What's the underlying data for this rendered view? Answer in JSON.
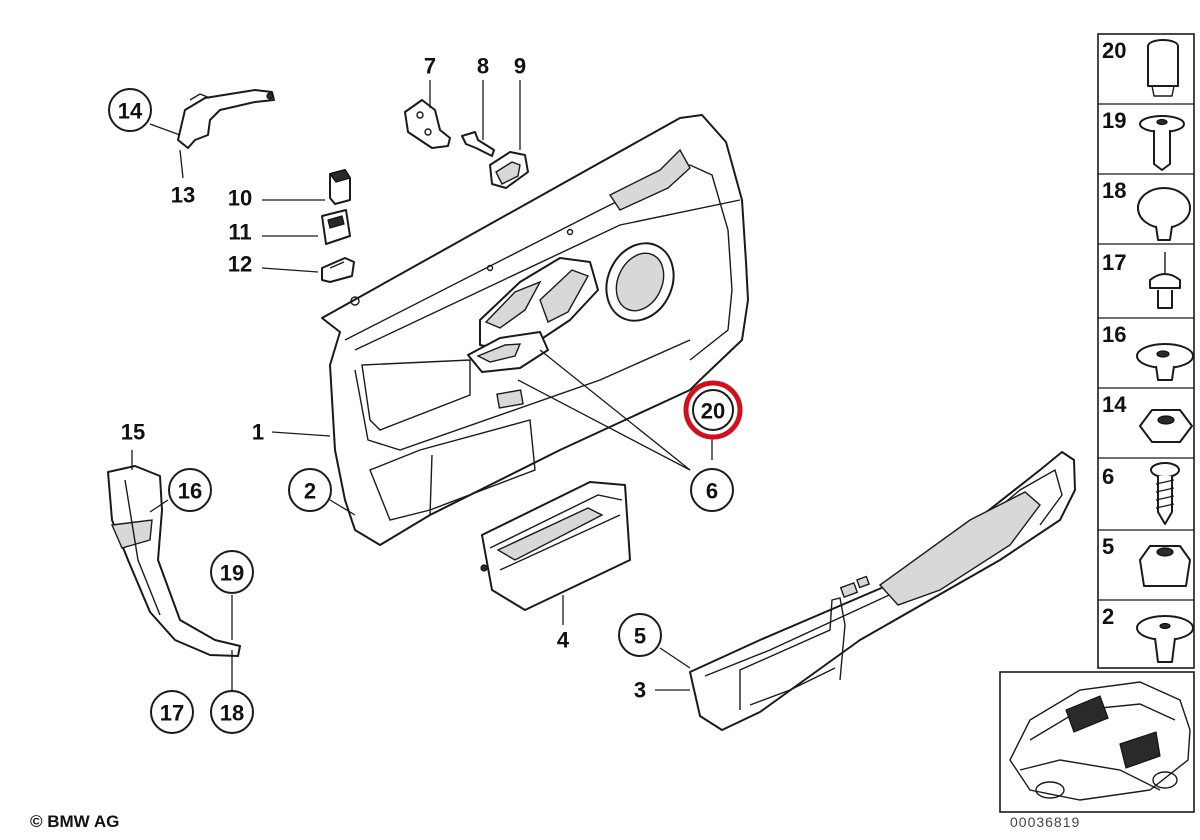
{
  "diagram": {
    "callouts_circled": [
      {
        "id": "14",
        "text": "14"
      },
      {
        "id": "16",
        "text": "16"
      },
      {
        "id": "19",
        "text": "19"
      },
      {
        "id": "17",
        "text": "17"
      },
      {
        "id": "18",
        "text": "18"
      },
      {
        "id": "2",
        "text": "2"
      },
      {
        "id": "6",
        "text": "6"
      },
      {
        "id": "20",
        "text": "20",
        "highlighted": true
      },
      {
        "id": "5",
        "text": "5"
      }
    ],
    "callouts_plain": [
      {
        "id": "13",
        "text": "13"
      },
      {
        "id": "7",
        "text": "7"
      },
      {
        "id": "8",
        "text": "8"
      },
      {
        "id": "9",
        "text": "9"
      },
      {
        "id": "10",
        "text": "10"
      },
      {
        "id": "11",
        "text": "11"
      },
      {
        "id": "12",
        "text": "12"
      },
      {
        "id": "15",
        "text": "15"
      },
      {
        "id": "1",
        "text": "1"
      },
      {
        "id": "4",
        "text": "4"
      },
      {
        "id": "3",
        "text": "3"
      }
    ],
    "highlight_color": "#d0101a"
  },
  "fastener_panel": {
    "items": [
      "20",
      "19",
      "18",
      "17",
      "16",
      "14",
      "6",
      "5",
      "2"
    ]
  },
  "footer": {
    "copyright": "© BMW AG",
    "doc_number": "00036819"
  }
}
